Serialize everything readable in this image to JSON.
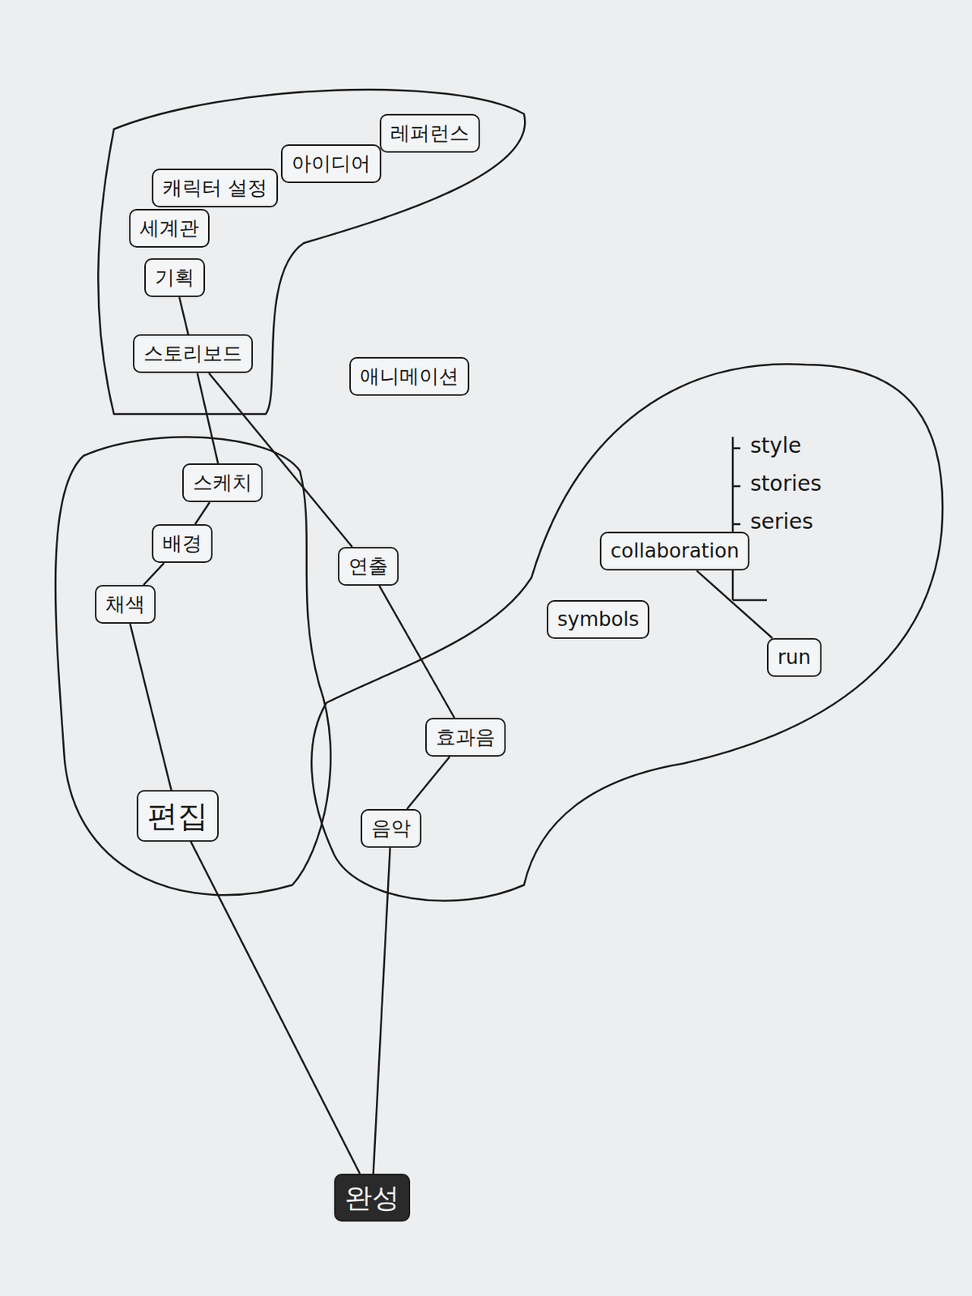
{
  "diagram": {
    "nodes": [
      {
        "text": [
          "레퍼런스"
        ]
      },
      {
        "text": [
          "아이디어"
        ]
      },
      {
        "text": [
          "캐릭터 설정"
        ]
      },
      {
        "text": [
          "세계관"
        ]
      },
      {
        "text": [
          "기획"
        ]
      },
      {
        "text": [
          "스토리보드"
        ]
      },
      {
        "text": [
          "애니메이션"
        ]
      },
      {
        "text": [
          "스케치"
        ]
      },
      {
        "text": [
          "배경"
        ]
      },
      {
        "text": [
          "채색"
        ]
      },
      {
        "text": [
          "연출"
        ]
      },
      {
        "text": [
          "편집"
        ]
      },
      {
        "text": [
          "음악"
        ]
      },
      {
        "text": [
          "효과음"
        ]
      },
      {
        "text": [
          "완성"
        ]
      },
      {
        "text": [
          "symbols"
        ]
      },
      {
        "text": [
          "collaboration"
        ]
      },
      {
        "text": [
          "run"
        ]
      }
    ],
    "edges": [
      {
        "from": 4,
        "to": 5,
        "arrow": "none"
      },
      {
        "from": 5,
        "to": 7,
        "arrow": "none"
      },
      {
        "from": 7,
        "to": 8,
        "arrow": "none"
      },
      {
        "from": 8,
        "to": 9,
        "arrow": "none"
      },
      {
        "from": 9,
        "to": 11,
        "arrow": "none"
      },
      {
        "from": 5,
        "to": 10,
        "arrow": "none"
      },
      {
        "from": 10,
        "to": 13,
        "arrow": "none"
      },
      {
        "from": 13,
        "to": 12,
        "arrow": "none"
      },
      {
        "from": 11,
        "to": 14,
        "arrow": "none"
      },
      {
        "from": 12,
        "to": 14,
        "arrow": "none"
      },
      {
        "from": 16,
        "to": 17,
        "arrow": "none"
      }
    ],
    "labels": [
      "style",
      "stories",
      "series"
    ]
  }
}
